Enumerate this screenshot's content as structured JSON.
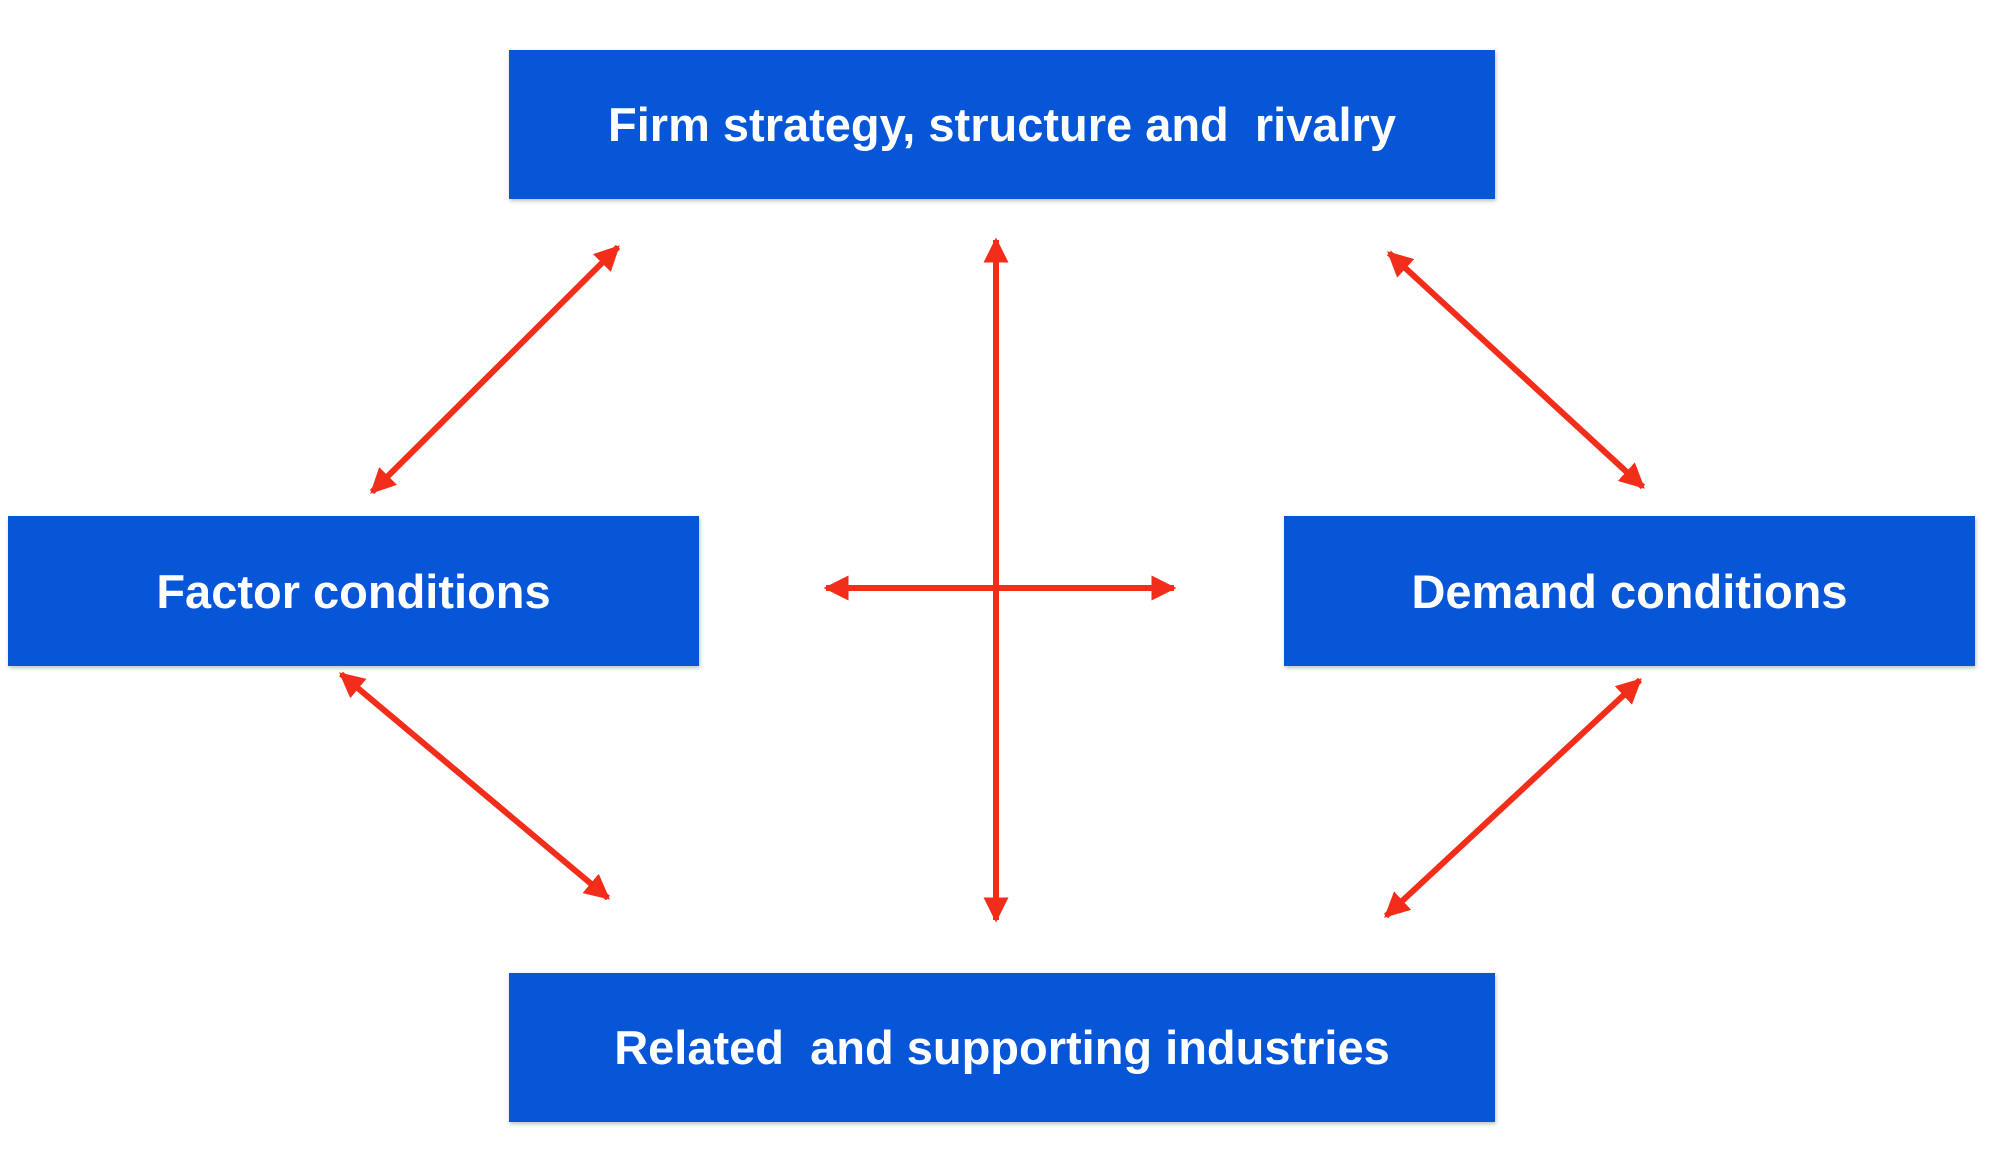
{
  "diagram": {
    "accent_color": "#0756d8",
    "arrow_color": "#f22e1a",
    "nodes": {
      "top": {
        "label": "Firm strategy, structure and  rivalry"
      },
      "left": {
        "label": "Factor conditions"
      },
      "right": {
        "label": "Demand conditions"
      },
      "bottom": {
        "label": "Related  and supporting industries"
      }
    },
    "connections": [
      {
        "from": "top",
        "to": "left",
        "style": "double-headed-arrow"
      },
      {
        "from": "top",
        "to": "right",
        "style": "double-headed-arrow"
      },
      {
        "from": "left",
        "to": "bottom",
        "style": "double-headed-arrow"
      },
      {
        "from": "right",
        "to": "bottom",
        "style": "double-headed-arrow"
      },
      {
        "from": "top",
        "to": "bottom",
        "style": "double-headed-arrow"
      },
      {
        "from": "left",
        "to": "right",
        "style": "double-headed-arrow"
      }
    ]
  }
}
